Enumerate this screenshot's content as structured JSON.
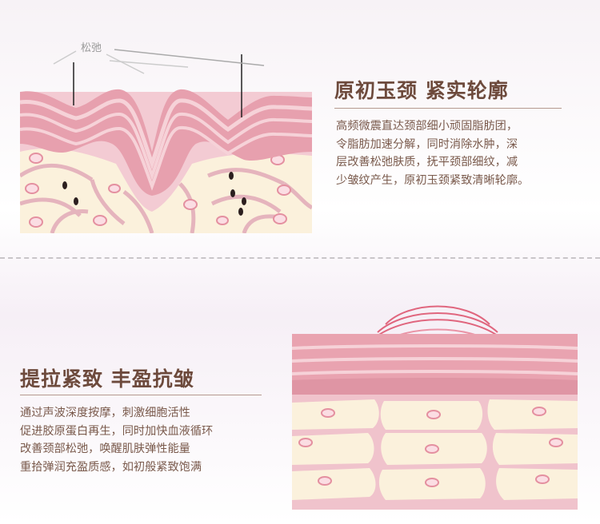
{
  "section1": {
    "label": "松弛",
    "title": "原初玉颈 紧实轮廓",
    "lines": [
      "高频微震直达颈部细小顽固脂肪团，",
      "令脂肪加速分解，同时消除水肿，深",
      "层改善松弛肤质，抚平颈部细纹，减",
      "少皱纹产生，原初玉颈紧致清晰轮廓。"
    ]
  },
  "section2": {
    "title": "提拉紧致 丰盈抗皱",
    "lines": [
      "通过声波深度按摩，刺激细胞活性",
      "促进胶原蛋白再生，同时加快血液循环",
      "改善颈部松弛，唤醒肌肤弹性能量",
      "重拾弹润充盈质感，如初般紧致饱满"
    ]
  },
  "colors": {
    "title": "#6d4a3c",
    "body": "#7a5a4c",
    "skin_pink": "#e7a3b0",
    "skin_light": "#f6d6dc",
    "cell_cream": "#fbf3df",
    "wave": "#e0667e"
  }
}
